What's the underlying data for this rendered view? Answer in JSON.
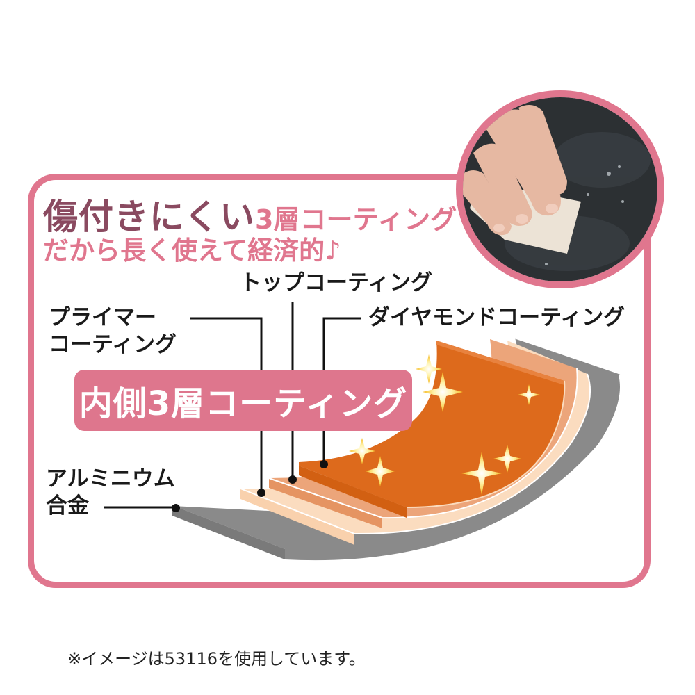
{
  "headline": {
    "main": "傷付きにくい",
    "accent": "3層コーティング",
    "sub": "だから長く使えて経済的♪"
  },
  "labels": {
    "top_coating": "トップコーティング",
    "primer_line1": "プライマー",
    "primer_line2": "コーティング",
    "diamond_coating": "ダイヤモンドコーティング",
    "aluminum_line1": "アルミニウム",
    "aluminum_line2": "合金"
  },
  "badge": {
    "text": "内側3層コーティング"
  },
  "photo": {
    "description": "hand wiping pan surface with paper towel"
  },
  "footnote": "※イメージは53116を使用しています。",
  "layers": [
    {
      "name": "アルミニウム合金",
      "color": "#8c8c8c"
    },
    {
      "name": "プライマーコーティング",
      "color": "#fbdcbf"
    },
    {
      "name": "トップコーティング",
      "color": "#eca57a"
    },
    {
      "name": "ダイヤモンドコーティング",
      "color": "#dd6a1c"
    }
  ],
  "colors": {
    "frame": "#e0768e",
    "headline_dark": "#8a4a60",
    "headline_pink": "#e0768e",
    "badge": "#de768d",
    "sparkle": "#ffd54a"
  }
}
